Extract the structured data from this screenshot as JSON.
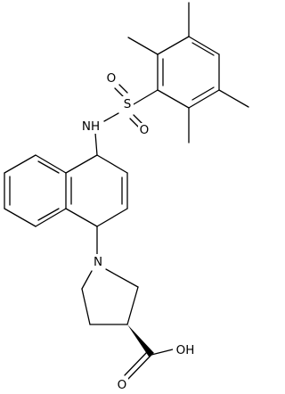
{
  "molecule": {
    "labels": {
      "sulfonyl_o_top": "O",
      "sulfonyl_o_bottom": "O",
      "sulfur": "S",
      "amide_nh": "NH",
      "pyrrolidine_n": "N",
      "carbonyl_o": "O",
      "hydroxyl": "OH"
    },
    "stereo_wedge": "bold-wedge",
    "colors": {
      "bond": "#000000",
      "text": "#000000",
      "background": "#ffffff"
    }
  }
}
